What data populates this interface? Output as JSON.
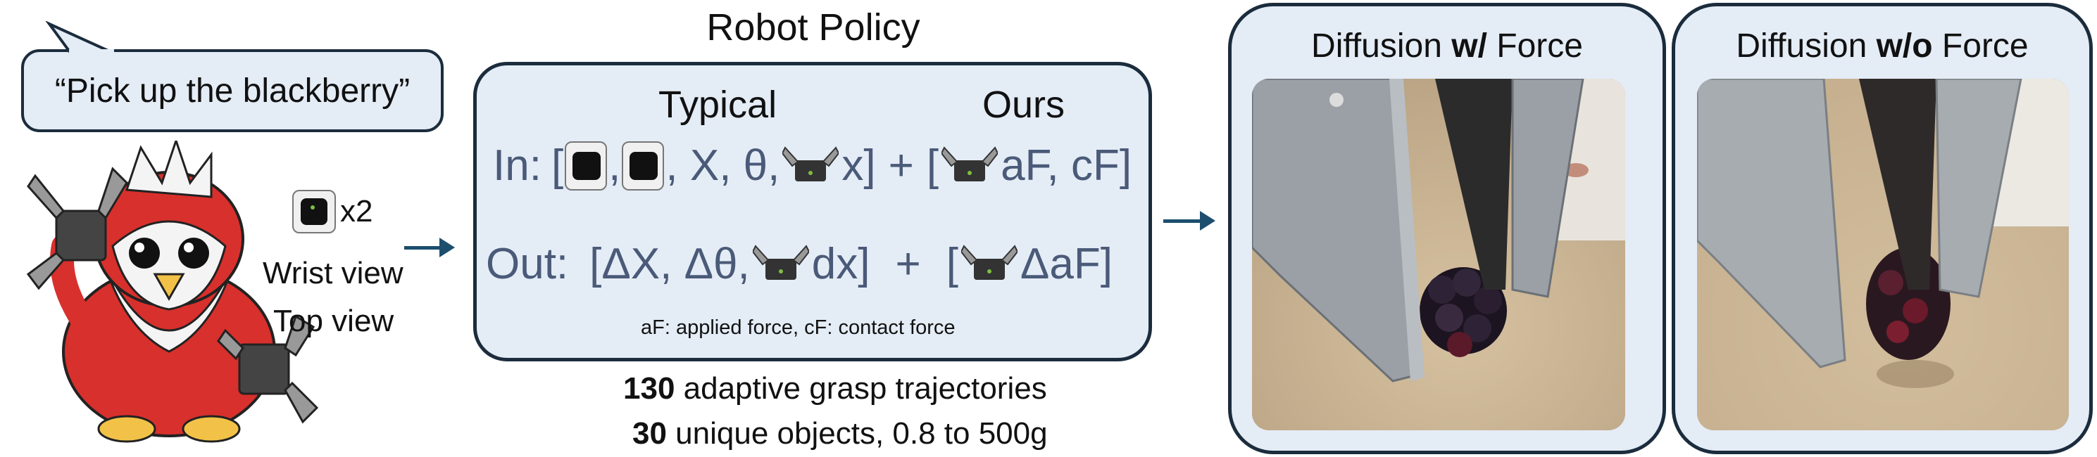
{
  "prompt": {
    "text": "“Pick up the blackberry”"
  },
  "inputs": {
    "camera_count": "x2",
    "wrist_view": "Wrist view",
    "top_view": "Top view"
  },
  "policy": {
    "title": "Robot Policy",
    "typical": "Typical",
    "ours": "Ours",
    "in_label": "In:",
    "in_typical_vars": [
      ", X, θ, ",
      "x]"
    ],
    "in_ours": [
      "aF, cF]"
    ],
    "out_label": "Out:",
    "out_typical": [
      "[ΔX, Δθ,",
      "dx]"
    ],
    "out_ours": [
      "ΔaF]"
    ],
    "legend": "aF: applied force,  cF: contact force"
  },
  "dataset": {
    "traj_count": "130",
    "traj_text": " adaptive grasp trajectories",
    "obj_count": "30",
    "obj_text": " unique objects, 0.8 to 500g"
  },
  "results": {
    "with_force": {
      "prefix": "Diffusion ",
      "bold": "w/",
      "suffix": " Force"
    },
    "without_force": {
      "prefix": "Diffusion ",
      "bold": "w/o",
      "suffix": " Force"
    }
  },
  "colors": {
    "box_fill": "#e4ecf6",
    "border": "#1b2c3d",
    "arrow": "#1c4e6e",
    "formula": "#4a5a78"
  }
}
